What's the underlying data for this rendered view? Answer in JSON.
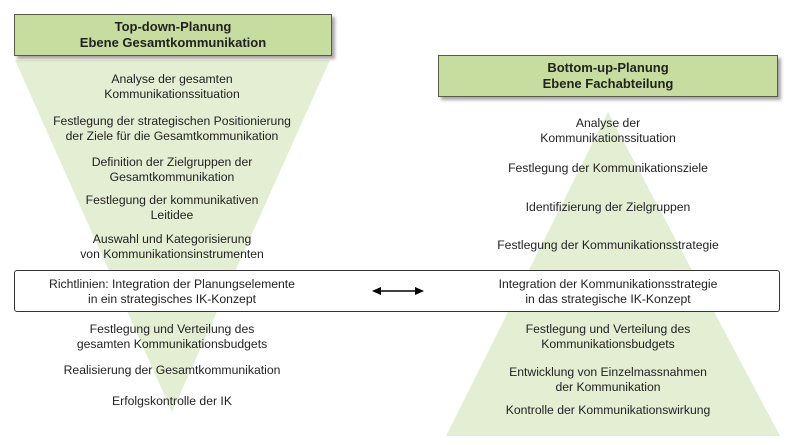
{
  "left": {
    "header_line1": "Top-down-Planung",
    "header_line2": "Ebene Gesamtkommunikation",
    "steps": [
      {
        "line1": "Analyse der gesamten",
        "line2": "Kommunikationssituation"
      },
      {
        "line1": "Festlegung der strategischen Positionierung",
        "line2": "der Ziele für die Gesamtkommunikation"
      },
      {
        "line1": "Definition der Zielgruppen der",
        "line2": "Gesamtkommunikation"
      },
      {
        "line1": "Festlegung der kommunikativen",
        "line2": "Leitidee"
      },
      {
        "line1": "Auswahl und Kategorisierung",
        "line2": "von Kommunikationsinstrumenten"
      }
    ],
    "band_line1": "Richtlinien: Integration der Planungselemente",
    "band_line2": "in ein strategisches IK-Konzept",
    "after_steps": [
      {
        "line1": "Festlegung und Verteilung des",
        "line2": "gesamten Kommunikationsbudgets"
      },
      {
        "line1": "Realisierung der Gesamtkommunikation",
        "line2": ""
      },
      {
        "line1": "Erfolgskontrolle der IK",
        "line2": ""
      }
    ]
  },
  "right": {
    "header_line1": "Bottom-up-Planung",
    "header_line2": "Ebene Fachabteilung",
    "steps": [
      {
        "line1": "Analyse der",
        "line2": "Kommunikationssituation"
      },
      {
        "line1": "Festlegung der Kommunikationsziele",
        "line2": ""
      },
      {
        "line1": "Identifizierung der Zielgruppen",
        "line2": ""
      },
      {
        "line1": "Festlegung der Kommunikationsstrategie",
        "line2": ""
      }
    ],
    "band_line1": "Integration der Kommunikationsstrategie",
    "band_line2": "in das strategische IK-Konzept",
    "after_steps": [
      {
        "line1": "Festlegung und Verteilung des",
        "line2": "Kommunikationsbudgets"
      },
      {
        "line1": "Entwicklung von Einzelmassnahmen",
        "line2": "der Kommunikation"
      },
      {
        "line1": "Kontrolle der Kommunikationswirkung",
        "line2": ""
      }
    ]
  },
  "colors": {
    "header_fill": "#c6dd9f",
    "triangle_fill": "#e3eed3",
    "border": "#333333"
  }
}
